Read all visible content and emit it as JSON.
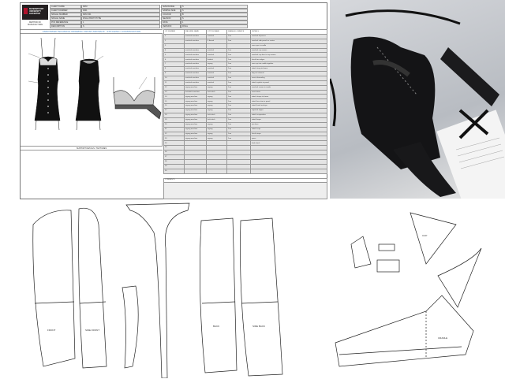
{
  "techpack": {
    "logo_text": "DE MONTFORT UNIVERSITY LEICESTER",
    "method_label": "METHOD OF MANUFACTURE",
    "fields_left": [
      {
        "label": "CLIENT NAME",
        "value": "DMU"
      },
      {
        "label": "CLIENT NUMBER",
        "value": "0001"
      },
      {
        "label": "SINGLE NUMBER",
        "value": "DMU 001"
      },
      {
        "label": "SINGLE NAME",
        "value": "FINAL PROTOTYPE"
      },
      {
        "label": "PCS REFERENCE",
        "value": "1"
      },
      {
        "label": "DESCRIPTION",
        "value": "S"
      }
    ],
    "fields_right": [
      {
        "label": "SIZE RANGE",
        "value": "S"
      },
      {
        "label": "SAMPLE SIZE",
        "value": "S"
      },
      {
        "label": "COLOUR",
        "value": "B"
      },
      {
        "label": "SEASON",
        "value": "S"
      },
      {
        "label": "DATE",
        "value": "1"
      },
      {
        "label": "VERSION",
        "value": "FINAL"
      }
    ],
    "title": "ANNOTATED TECHNICAL DRAWING: FRONT AND BACK - STITCHING / CONSTRUCTION",
    "support_label": "SUPPORT DETAILS / TEXTURES",
    "table_headers": [
      "OP NUMBER",
      "MACHINE NAME",
      "STITCH NAME",
      "SEAM ALLOWANCE",
      "DETAILS"
    ],
    "table_rows": [
      [
        "1",
        "overlock machine",
        "overlock",
        "1cm",
        "overlock all pieces"
      ],
      [
        "2",
        "overlock machine",
        "3 thread",
        "1cm",
        "overlock side panels to centre"
      ],
      [
        "3",
        "",
        "",
        "",
        "sew cups to cradle"
      ],
      [
        "4",
        "overlock machine",
        "overlock",
        "1cm",
        "overlock cup seams"
      ],
      [
        "5",
        "overlock machine",
        "overlock",
        "1cm",
        "overlock cup lace to cup seams"
      ],
      [
        "6",
        "overlock machine",
        "flatlock",
        "1cm",
        "finish lace edges"
      ],
      [
        "7",
        "overlock machine",
        "zigzag",
        "1cm",
        "sew cup into cradle together"
      ],
      [
        "8",
        "overlock machine",
        "overlock",
        "1cm",
        "attach strap to frame"
      ],
      [
        "9",
        "overlock machine",
        "overlock",
        "1cm",
        "bag out channel"
      ],
      [
        "10",
        "overlock machine",
        "overlock",
        "1cm",
        "insert channeling"
      ],
      [
        "11",
        "overlock machine",
        "overlock",
        "1cm",
        "attach eyelets to panel"
      ],
      [
        "12",
        "zigzag machine",
        "zigzag",
        "1cm",
        "overlock seams to inside"
      ],
      [
        "13",
        "lockstitch machine",
        "lock stitch",
        "1cm",
        "insert wires"
      ],
      [
        "14",
        "zigzag machine",
        "zigzag",
        "1cm",
        "attach straps to frame"
      ],
      [
        "15",
        "zigzag machine",
        "zigzag",
        "1cm",
        "attach lace trim to panel"
      ],
      [
        "16",
        "zigzag machine",
        "zigzag",
        "1cm",
        "attach hook and eye"
      ],
      [
        "17",
        "zigzag machine",
        "zigzag",
        "1cm",
        "topstitch edges"
      ],
      [
        "18",
        "zigzag machine",
        "lock stitch",
        "1cm",
        "attach suspenders"
      ],
      [
        "19",
        "zigzag machine",
        "lock stitch",
        "1cm",
        "attach loops"
      ],
      [
        "20",
        "zigzag machine",
        "zigzag",
        "1cm",
        "join hem"
      ],
      [
        "21",
        "zigzag machine",
        "zigzag",
        "1cm",
        "attach cups"
      ],
      [
        "22",
        "zigzag machine",
        "zigzag",
        "1cm",
        "finish straps"
      ],
      [
        "23",
        "zigzag machine",
        "zigzag",
        "1cm",
        "press"
      ],
      [
        "24",
        "",
        "",
        "",
        "final check"
      ],
      [
        "25",
        "",
        "",
        "",
        ""
      ],
      [
        "26",
        "",
        "",
        "",
        ""
      ],
      [
        "27",
        "",
        "",
        "",
        ""
      ],
      [
        "28",
        "",
        "",
        "",
        ""
      ],
      [
        "29",
        "",
        "",
        "",
        ""
      ],
      [
        "30",
        "",
        "",
        "",
        ""
      ]
    ],
    "comments_label": "COMMENTS"
  },
  "patterns": {
    "labels": [
      "FRONT",
      "SIDE FRONT",
      "BACK",
      "SIDE BACK",
      "CUP",
      "CRADLE"
    ]
  }
}
